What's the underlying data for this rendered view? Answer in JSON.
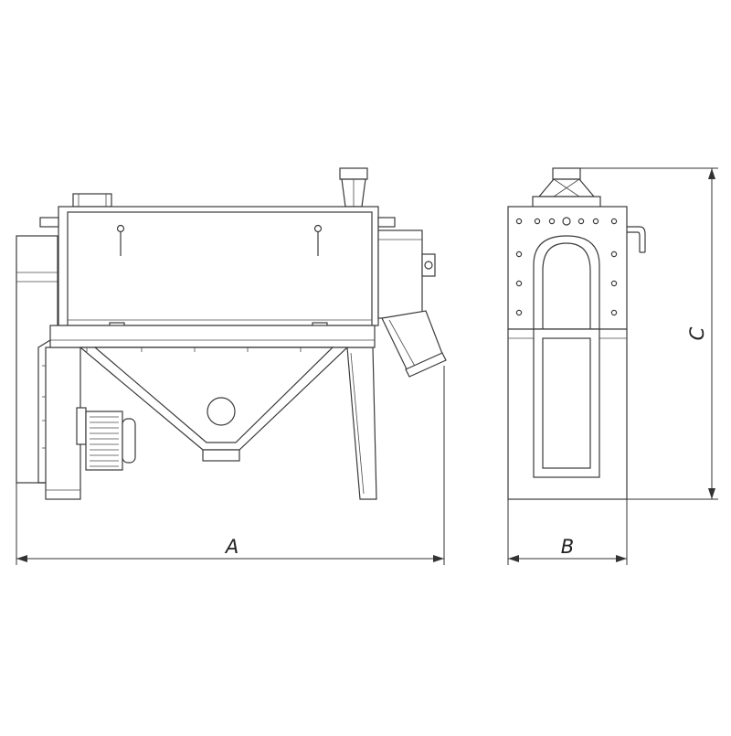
{
  "dimensions": {
    "a_label": "A",
    "b_label": "B",
    "c_label": "C"
  },
  "colors": {
    "line": "#3a3a3a",
    "background": "#ffffff"
  }
}
